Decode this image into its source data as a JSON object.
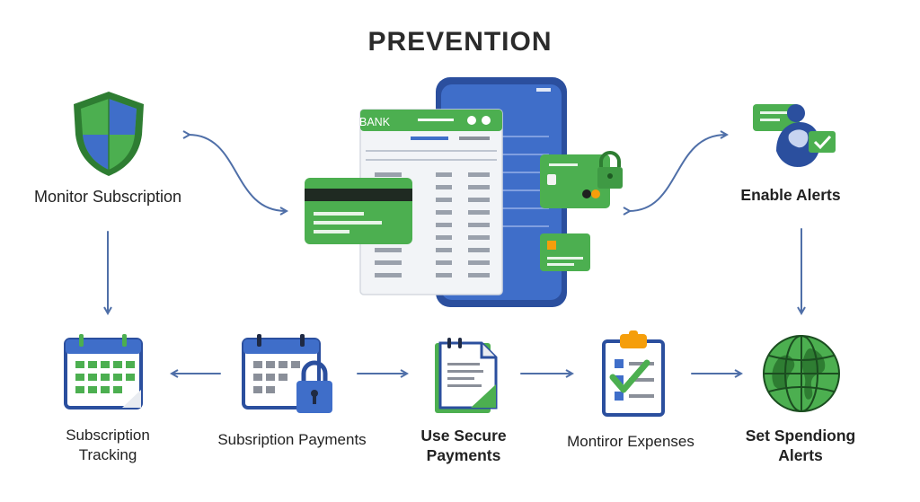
{
  "title": "PREVENTION",
  "bank_label": "BANK",
  "steps": {
    "monitor_subscription": "Monitor Subscription",
    "enable_alerts": "Enable Alerts",
    "subscription_tracking": "Subscription\nTracking",
    "subscription_payments": "Subsription Payments",
    "use_secure_payments": "Use Secure\nPayments",
    "monitor_expenses": "Montiror Expenses",
    "set_spending_alerts": "Set Spendiong\nAlerts"
  },
  "colors": {
    "green": "#4caf50",
    "dark_green": "#2e7d32",
    "blue": "#3f6ec9",
    "dark_blue": "#2b4f9e",
    "arrow": "#4f6fa8",
    "gray": "#8a8f99",
    "light_gray": "#e9ecf1"
  },
  "icons": [
    "shield-icon",
    "bank-phone-icon",
    "alert-person-icon",
    "calendar-icon",
    "calendar-lock-icon",
    "secure-document-icon",
    "clipboard-check-icon",
    "globe-icon"
  ]
}
